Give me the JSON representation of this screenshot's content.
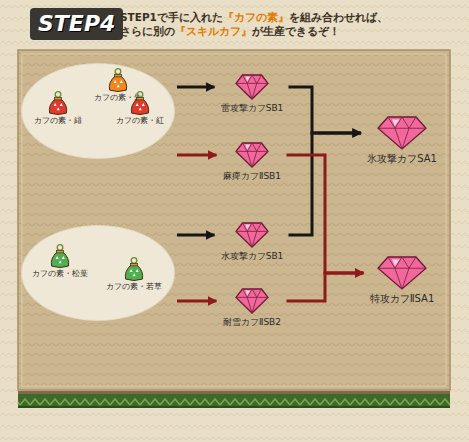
{
  "diagram": {
    "title": "STEP4",
    "nodes": [
      {
        "text": []
      },
      {
        "text": [
          "カフの素・朱"
        ],
        "in": 0
      },
      {
        "text": [
          "カフの素・緋"
        ],
        "in": 0
      },
      {
        "text": [
          "カフの素・紅"
        ],
        "in": 0
      },
      {
        "text": [
          "雷攻撃カフSB1"
        ]
      },
      {
        "text": [
          "麻痺カフⅡSB1"
        ]
      },
      {
        "text": []
      },
      {
        "text": [
          "カフの素・松葉"
        ],
        "in": 6
      },
      {
        "text": [
          "カフの素・若草"
        ],
        "in": 6
      },
      {
        "text": [
          "水攻撃カフSB1"
        ]
      },
      {
        "text": [
          "耐雪カフⅡSB2"
        ]
      },
      {
        "text": [
          "氷攻撃カフSA1"
        ]
      },
      {
        "text": [
          "特攻カフⅡSA1"
        ]
      }
    ],
    "edges": [
      {
        "from": 0,
        "to": 4,
        "arrow": "to"
      },
      {
        "from": 0,
        "to": 5,
        "arrow": "to"
      },
      {
        "from": 6,
        "to": 9,
        "arrow": "to"
      },
      {
        "from": 6,
        "to": 10,
        "arrow": "to"
      },
      {
        "from": 4,
        "to": 11,
        "arrow": "to"
      },
      {
        "from": 9,
        "to": 11,
        "arrow": "to"
      },
      {
        "from": 5,
        "to": 12,
        "arrow": "to"
      },
      {
        "from": 10,
        "to": 12,
        "arrow": "to"
      }
    ],
    "labels": [
      "STEP1で手に入れた",
      "『カフの素』",
      "を組み合わせれば、",
      "さらに別の",
      "『スキルカフ』",
      "が生産できるぞ！"
    ]
  }
}
